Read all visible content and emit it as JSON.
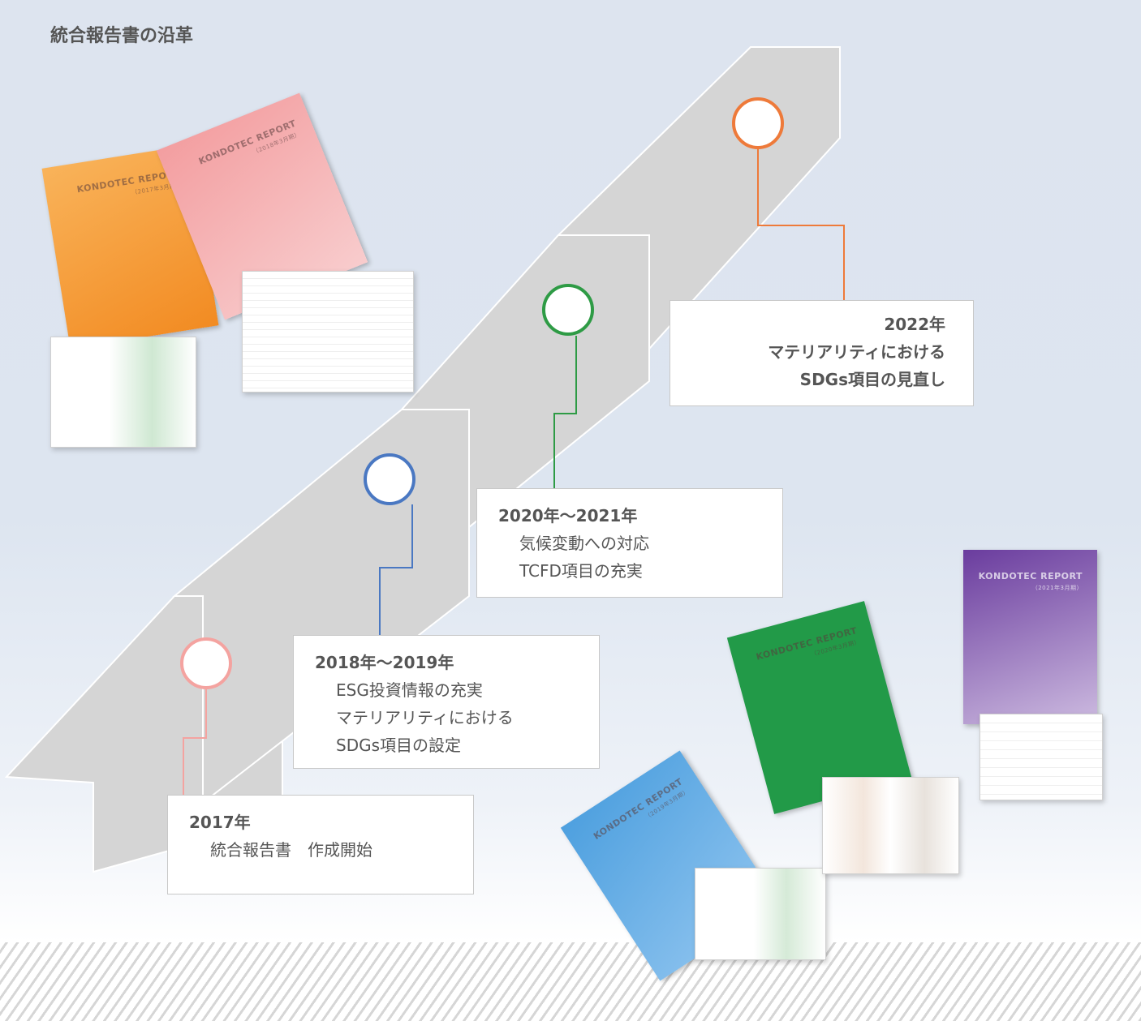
{
  "page_title": "統合報告書の沿革",
  "milestones": [
    {
      "year": "2017年",
      "lines": [
        "統合報告書　作成開始"
      ],
      "color": "#f4a3a0"
    },
    {
      "year": "2018年～2019年",
      "lines": [
        "ESG投資情報の充実",
        "マテリアリティにおける",
        "SDGs項目の設定"
      ],
      "color": "#4a78c2"
    },
    {
      "year": "2020年～2021年",
      "lines": [
        "気候変動への対応",
        "TCFD項目の充実"
      ],
      "color": "#2e9b45"
    },
    {
      "year": "2022年",
      "lines": [
        "マテリアリティにおける",
        "SDGs項目の見直し"
      ],
      "color": "#ee7a3a"
    }
  ],
  "reports": [
    {
      "title": "KONDOTEC REPORT",
      "subtitle": "（2017年3月期）",
      "color": "#f59b3c"
    },
    {
      "title": "KONDOTEC REPORT",
      "subtitle": "（2018年3月期）",
      "color": "#f5a7aa"
    },
    {
      "title": "KONDOTEC REPORT",
      "subtitle": "（2019年3月期）",
      "color": "#6aaee6"
    },
    {
      "title": "KONDOTEC REPORT",
      "subtitle": "（2020年3月期）",
      "color": "#229a48"
    },
    {
      "title": "KONDOTEC REPORT",
      "subtitle": "（2021年3月期）",
      "color": "#7a4ea8"
    }
  ]
}
